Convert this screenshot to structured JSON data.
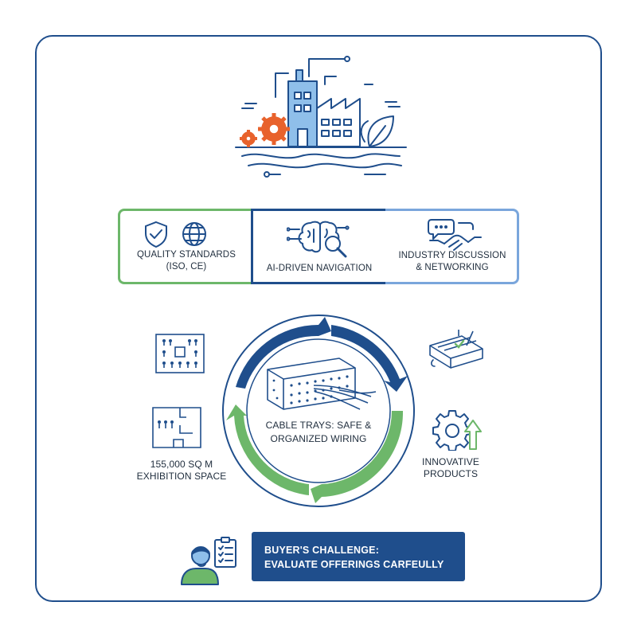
{
  "banner": {
    "quality_label_line1": "QUALITY STANDARDS",
    "quality_label_line2": "(ISO, CE)",
    "ai_label": "AI-DRIVEN NAVIGATION",
    "industry_label_line1": "INDUSTRY DISCUSSION",
    "industry_label_line2": "& NETWORKING"
  },
  "cycle": {
    "center_line1": "CABLE TRAYS: SAFE &",
    "center_line2": "ORGANIZED WIRING"
  },
  "left": {
    "space_line1": "155,000 SQ M",
    "space_line2": "EXHIBITION SPACE"
  },
  "right": {
    "innovative_line1": "INNOVATIVE",
    "innovative_line2": "PRODUCTS"
  },
  "challenge": {
    "line1": "BUYER'S CHALLENGE:",
    "line2": "EVALUATE OFFERINGS CARFEULLY"
  },
  "colors": {
    "navy": "#1f4e8c",
    "green": "#6db76a",
    "light_blue": "#7aa6dc",
    "orange": "#e8622c",
    "building_blue": "#8fbfea"
  }
}
